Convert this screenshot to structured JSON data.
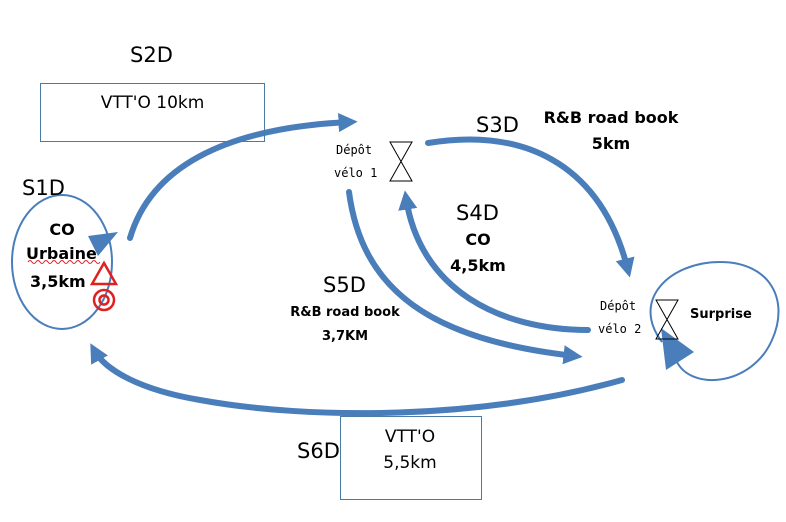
{
  "stages": {
    "s1d": "S1D",
    "s2d": "S2D",
    "s3d": "S3D",
    "s4d": "S4D",
    "s5d": "S5D",
    "s6d": "S6D"
  },
  "s1": {
    "line1": "CO",
    "line2": "Urbaine",
    "line3": "3,5km"
  },
  "s2": {
    "line1": "VTT'O 10km"
  },
  "s3": {
    "line1": "R&B road book",
    "line2": "5km"
  },
  "s4": {
    "line1": "CO",
    "line2": "4,5km"
  },
  "s5": {
    "line1": "R&B road book",
    "line2": "3,7KM"
  },
  "s6": {
    "line1": "VTT'O",
    "line2": "5,5km"
  },
  "depot1": {
    "line1": "Dépôt",
    "line2": "vélo 1"
  },
  "depot2": {
    "line1": "Dépôt",
    "line2": "vélo 2"
  },
  "surprise": "Surprise",
  "colors": {
    "arrow": "#4a7ebb",
    "marker": "#e02020",
    "box": "#4a7ba6"
  },
  "icons": [
    "hourglass-icon",
    "triangle-marker-icon",
    "bullseye-marker-icon"
  ]
}
